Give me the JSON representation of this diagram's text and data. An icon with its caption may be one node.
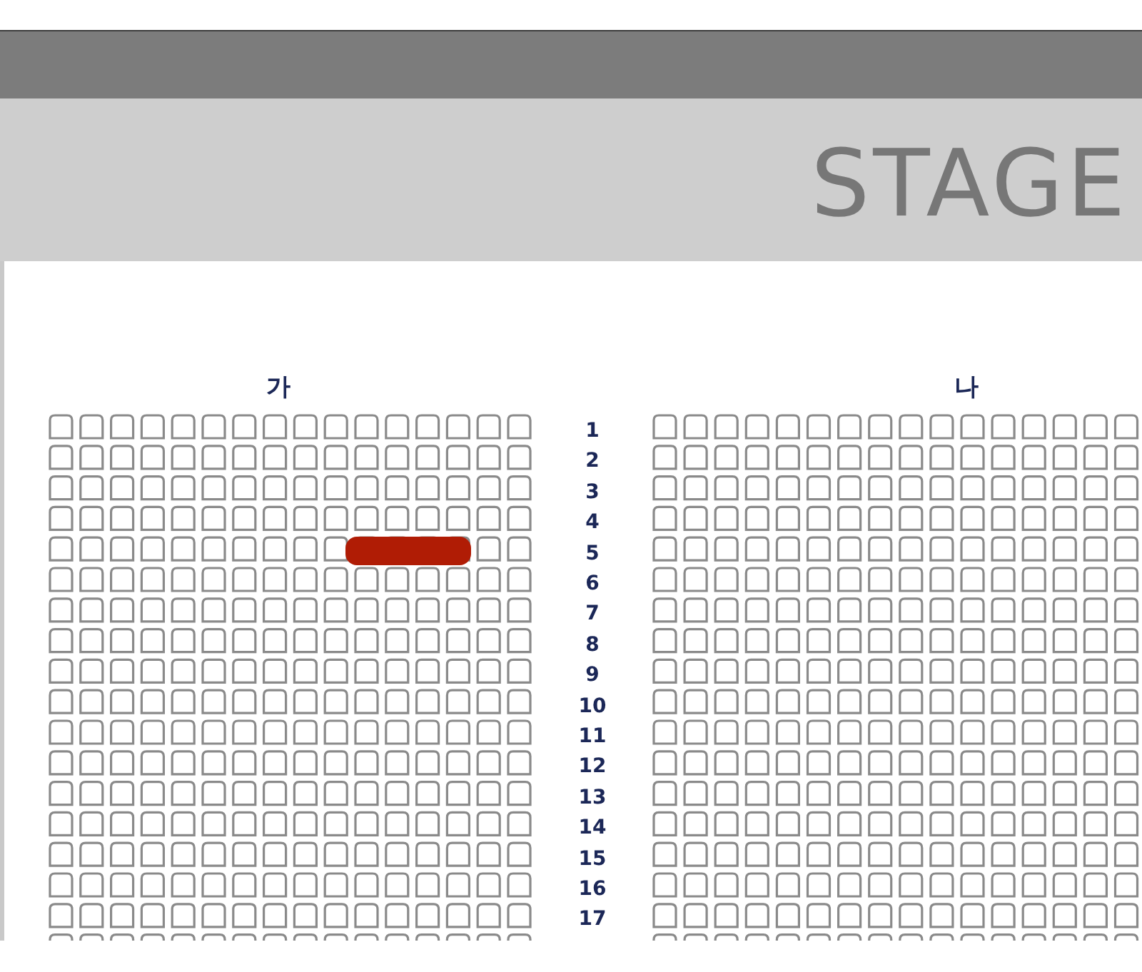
{
  "diagram": {
    "nodes": [
      {
        "text": [
          "STAGE"
        ]
      },
      {
        "text": [
          "가"
        ]
      },
      {
        "text": [
          "나"
        ]
      }
    ],
    "labels": [
      "1",
      "2",
      "3",
      "4",
      "5",
      "6",
      "7",
      "8",
      "9",
      "10",
      "11",
      "12",
      "13",
      "14",
      "15",
      "16",
      "17"
    ]
  }
}
